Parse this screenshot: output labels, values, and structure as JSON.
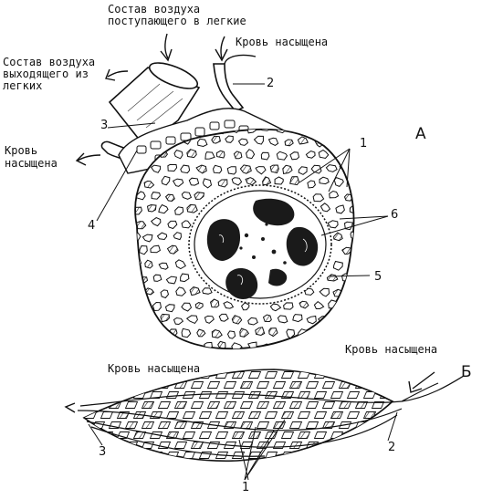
{
  "labels": {
    "air_in": "Состав воздуха поступающего в легкие",
    "air_out": "Состав воздуха выходящего из легких",
    "blood_top": "Кровь насыщена",
    "blood_left": "Кровь насыщена",
    "blood_b_right": "Кровь насыщена",
    "blood_b_left": "Кровь насыщена"
  },
  "numbers": {
    "n1_top": "1",
    "n2_top": "2",
    "n3_top": "3",
    "n4": "4",
    "n5": "5",
    "n6": "6",
    "n1_bottom": "1",
    "n2_bottom": "2",
    "n3_bottom": "3"
  },
  "panels": {
    "a": "А",
    "b": "Б"
  },
  "colors": {
    "ink": "#111111",
    "paper": "#ffffff"
  }
}
